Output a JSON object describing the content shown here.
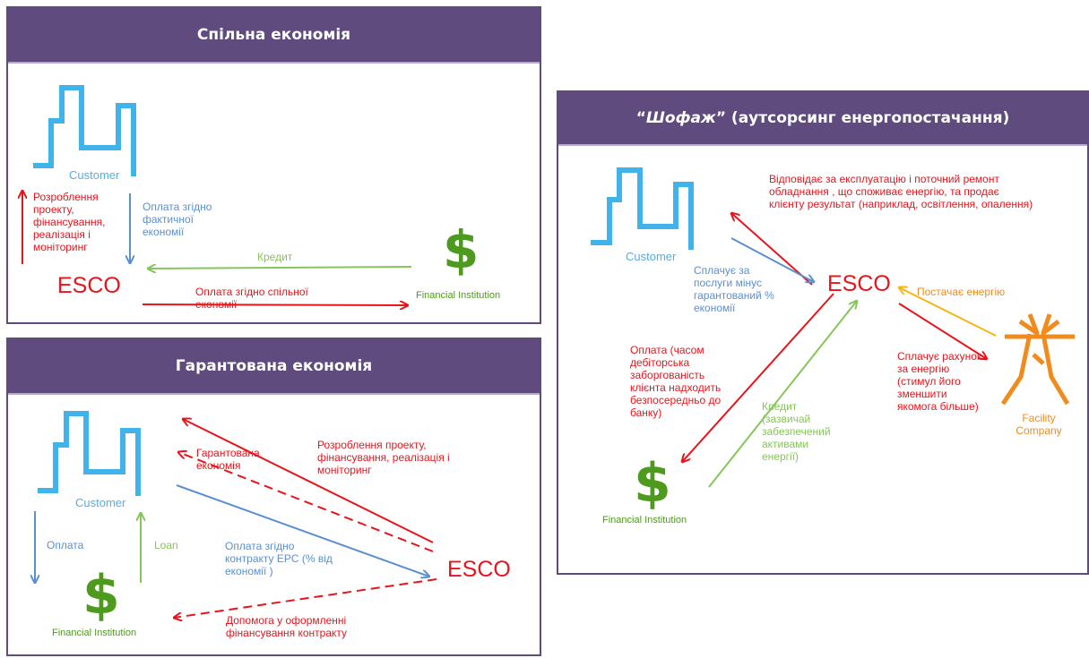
{
  "panel1": {
    "title": "Спільна економія",
    "customer": "Customer",
    "design_label": "Розроблення проекту, фінансування, реалізація і моніторинг",
    "payment_label": "Оплата згідно фактичної економії",
    "credit_label": "Кредит",
    "esco": "ESCO",
    "shared_payment_label": "Оплата згідно спільної економії",
    "dollar": "$",
    "fi_label": "Financial Institution"
  },
  "panel2": {
    "title": "Гарантована економія",
    "customer": "Customer",
    "guaranteed_label": "Гарантована економія",
    "design_label": "Розроблення проекту, фінансування, реалізація і моніторинг",
    "payment_label": "Оплата",
    "loan_label": "Loan",
    "epc_payment_label": "Оплата згідно контракту EPC (% від економії )",
    "esco": "ESCO",
    "dollar": "$",
    "fi_label": "Financial Institution",
    "help_label": "Допомога у оформленні фінансування контракту"
  },
  "panel3": {
    "title_quote_open": "“",
    "title_italic": "Шофаж",
    "title_rest": "” (аутсорсинг енергопостачання)",
    "customer": "Customer",
    "responsible_label": "Відповідає за експлуатацію і поточний ремонт обладнання , що споживає енергію, та продає клієнту результат (наприклад, освітлення, опалення)",
    "pays_services_label": "Сплачує за послуги мінус гарантований % економії",
    "esco": "ESCO",
    "supplies_label": "Постачає енергію",
    "pays_bill_label": "Сплачує рахунок за енергію (стимул його зменшити якомога більше)",
    "facility_label": "Facility Company",
    "payment_label": "Оплата (часом дебіторська заборгованість клієнта надходить безпосередньо до банку)",
    "credit_label": "Кредит (зазвичай забезпечений активами енергії)",
    "dollar": "$",
    "fi_label": "Financial Institution"
  },
  "colors": {
    "header": "#5f4b7e",
    "red": "#e8141c",
    "blue": "#5b8fd0",
    "green": "#86c55a",
    "orange": "#f08c1e",
    "building": "#3fb3ea",
    "dollar": "#4e9a1f"
  },
  "icons": {
    "customer": "building-icon",
    "fi": "dollar-sign-icon",
    "facility": "power-tower-icon"
  }
}
